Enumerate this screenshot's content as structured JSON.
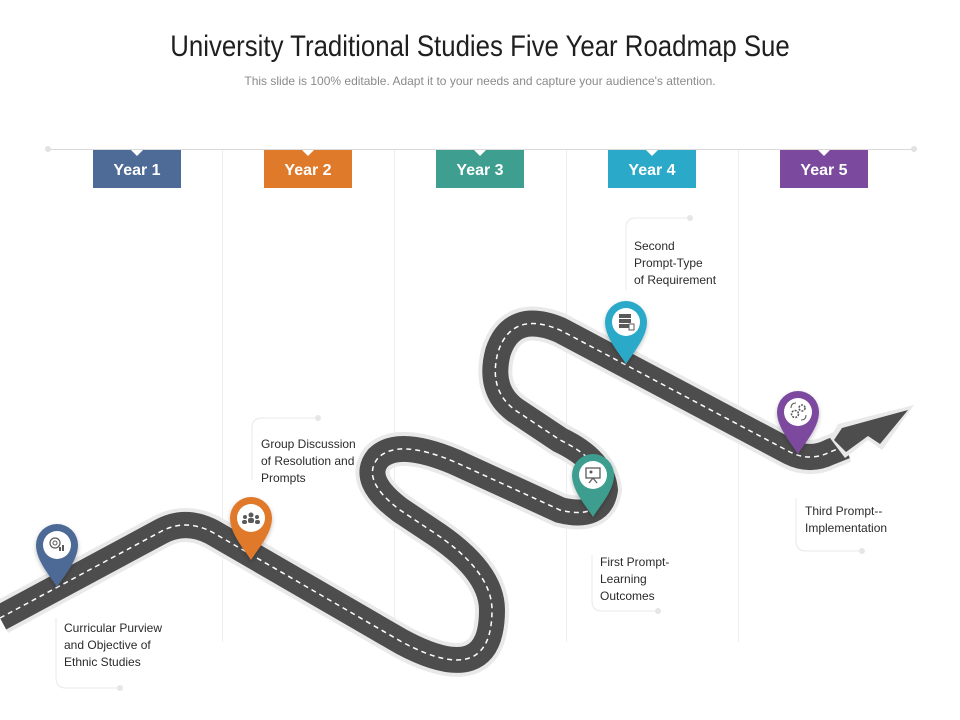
{
  "header": {
    "title": "University Traditional Studies Five Year Roadmap Sue",
    "subtitle": "This slide is 100% editable. Adapt it to your needs and capture your audience's attention."
  },
  "years": [
    {
      "label": "Year 1",
      "color": "#4e6a96"
    },
    {
      "label": "Year 2",
      "color": "#e07a2b"
    },
    {
      "label": "Year 3",
      "color": "#3e9e8f"
    },
    {
      "label": "Year 4",
      "color": "#2aa9c9"
    },
    {
      "label": "Year 5",
      "color": "#7b4a9e"
    }
  ],
  "milestones": [
    {
      "text": "Curricular Purview\nand Objective of\nEthnic Studies",
      "color": "#4e6a96",
      "icon": "target-chart-icon"
    },
    {
      "text": "Group Discussion\nof Resolution and\nPrompts",
      "color": "#e07a2b",
      "icon": "group-icon"
    },
    {
      "text": "First Prompt-\nLearning\nOutcomes",
      "color": "#3e9e8f",
      "icon": "presentation-icon"
    },
    {
      "text": "Second\nPrompt-Type\nof Requirement",
      "color": "#2aa9c9",
      "icon": "server-icon"
    },
    {
      "text": "Third Prompt--\nImplementation",
      "color": "#7b4a9e",
      "icon": "gears-icon"
    }
  ],
  "road": {
    "asphalt": "#4d4d4d",
    "dash": "#ffffff",
    "edge": "#e6e6e6"
  }
}
